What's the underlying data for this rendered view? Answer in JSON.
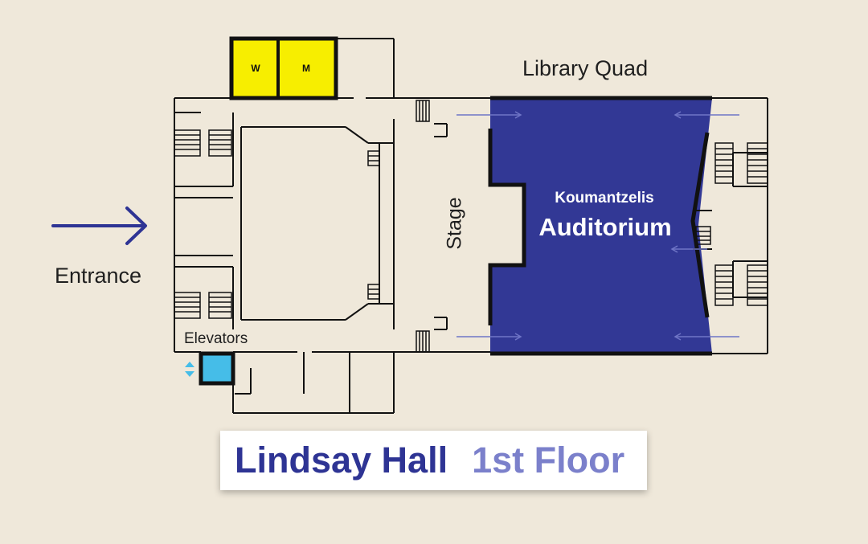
{
  "map": {
    "labels": {
      "library_quad": "Library Quad",
      "entrance": "Entrance",
      "elevators": "Elevators",
      "stage": "Stage",
      "auditorium_name": "Koumantzelis",
      "auditorium_label": "Auditorium",
      "restroom_women": "W",
      "restroom_men": "M"
    },
    "colors": {
      "background": "#efe8da",
      "auditorium": "#323895",
      "restrooms": "#f7ee00",
      "elevator": "#45bde8",
      "walls": "#111111",
      "arrow": "#2e3494"
    },
    "title": {
      "building": "Lindsay Hall",
      "floor": "1st Floor"
    }
  }
}
